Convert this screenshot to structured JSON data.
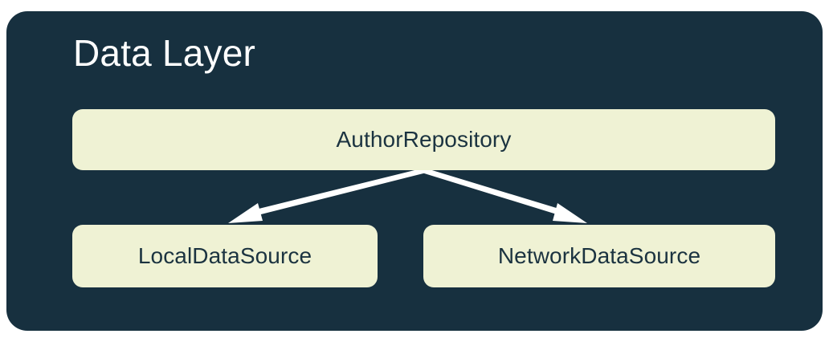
{
  "panel": {
    "title": "Data Layer",
    "background_color": "#17303f",
    "title_color": "#ffffff"
  },
  "nodes": {
    "repository": {
      "label": "AuthorRepository",
      "fill_color": "#eff2d4",
      "text_color": "#1b3340"
    },
    "local": {
      "label": "LocalDataSource",
      "fill_color": "#eff2d4",
      "text_color": "#1b3340"
    },
    "network": {
      "label": "NetworkDataSource",
      "fill_color": "#eff2d4",
      "text_color": "#1b3340"
    }
  },
  "connectors": {
    "color": "#ffffff",
    "edges": [
      {
        "from": "repository",
        "to": "local"
      },
      {
        "from": "repository",
        "to": "network"
      }
    ]
  }
}
